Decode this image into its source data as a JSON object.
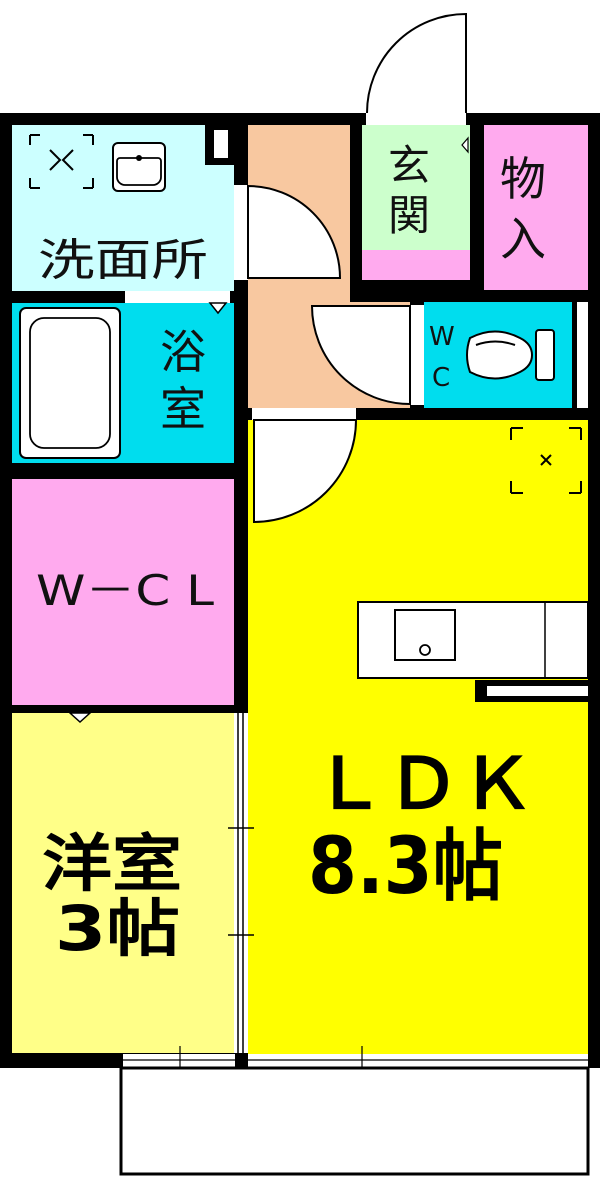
{
  "rooms": {
    "senmenjo": {
      "label": "洗面所",
      "color": "#ccffff"
    },
    "yokushitsu": {
      "label_1": "浴",
      "label_2": "室",
      "color": "#00ddee"
    },
    "genkan": {
      "label_1": "玄",
      "label_2": "関",
      "color": "#ccffcc"
    },
    "monoire": {
      "label_1": "物",
      "label_2": "入",
      "color": "#ffaaee"
    },
    "wc": {
      "label_1": "W",
      "label_2": "C",
      "color": "#00ddee"
    },
    "wcl": {
      "label": "W－C L",
      "color": "#ffaaee"
    },
    "yoshitsu": {
      "label_1": "洋室",
      "label_2": "3帖",
      "color": "#ffff88"
    },
    "ldk": {
      "label_1": "ＬＤＫ",
      "label_2": "8.3帖",
      "color": "#ffff00"
    },
    "hallway": {
      "color": "#f8c8a0"
    }
  },
  "colors": {
    "wall": "#000000",
    "balcony": "#ffffff"
  }
}
